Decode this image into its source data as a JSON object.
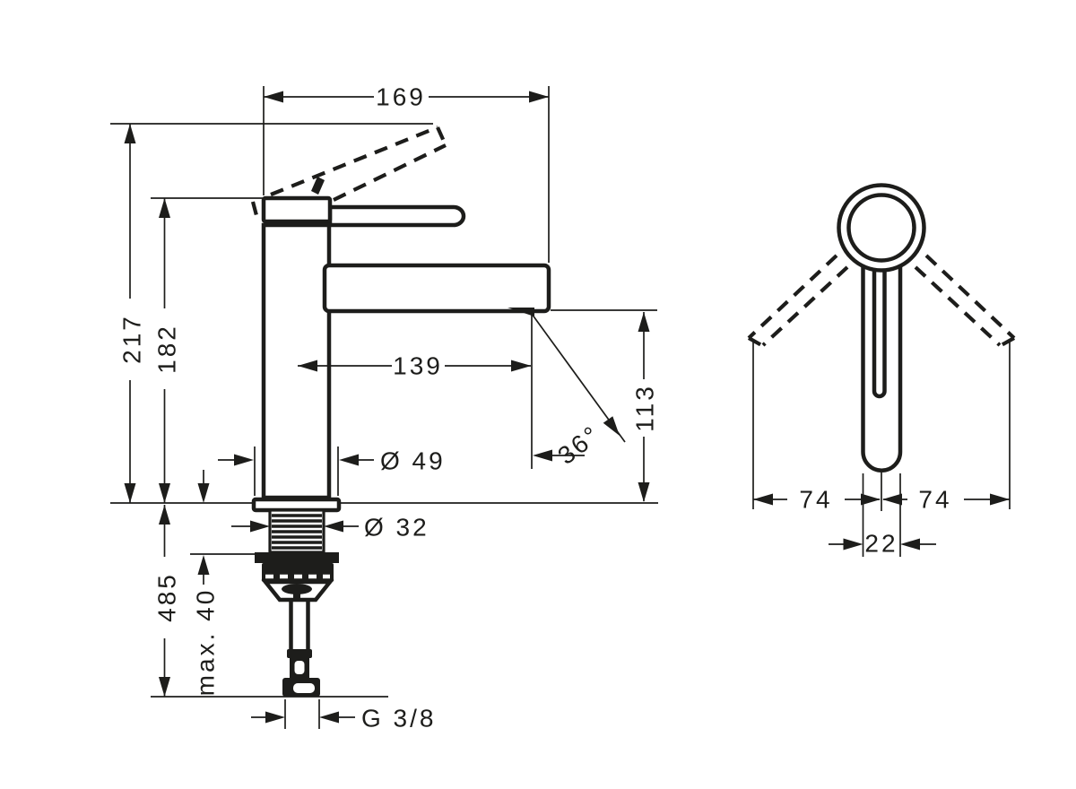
{
  "drawing": {
    "title": "faucet-technical-drawing",
    "background_color": "#ffffff",
    "line_color": "#1d1d1b",
    "front_view": {
      "overall_width": "169",
      "overall_height": "217",
      "body_height": "182",
      "spout_reach": "139",
      "spout_height": "113",
      "spout_angle": "36°",
      "base_diameter": "Ø 49",
      "shank_diameter": "Ø 32",
      "hose_length": "485",
      "max_mounting_thickness": "max. 40",
      "connection_thread": "G 3/8"
    },
    "side_view": {
      "handle_swing_left": "74",
      "handle_swing_right": "74",
      "body_width": "22"
    }
  }
}
